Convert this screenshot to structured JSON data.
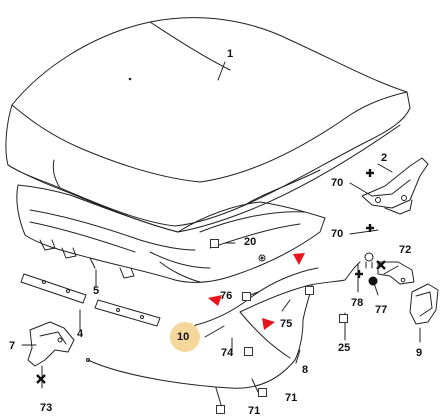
{
  "diagram": {
    "highlight_color": "#f6d79b",
    "arrow_color": "#e8141b",
    "labels": {
      "l1": "1",
      "l2": "2",
      "l4": "4",
      "l5": "5",
      "l7": "7",
      "l8": "8",
      "l9": "9",
      "l10": "10",
      "l20": "20",
      "l25": "25",
      "l70a": "70",
      "l70b": "70",
      "l71a": "71",
      "l71b": "71",
      "l72": "72",
      "l73": "73",
      "l74": "74",
      "l75": "75",
      "l76": "76",
      "l77": "77",
      "l78": "78"
    }
  }
}
